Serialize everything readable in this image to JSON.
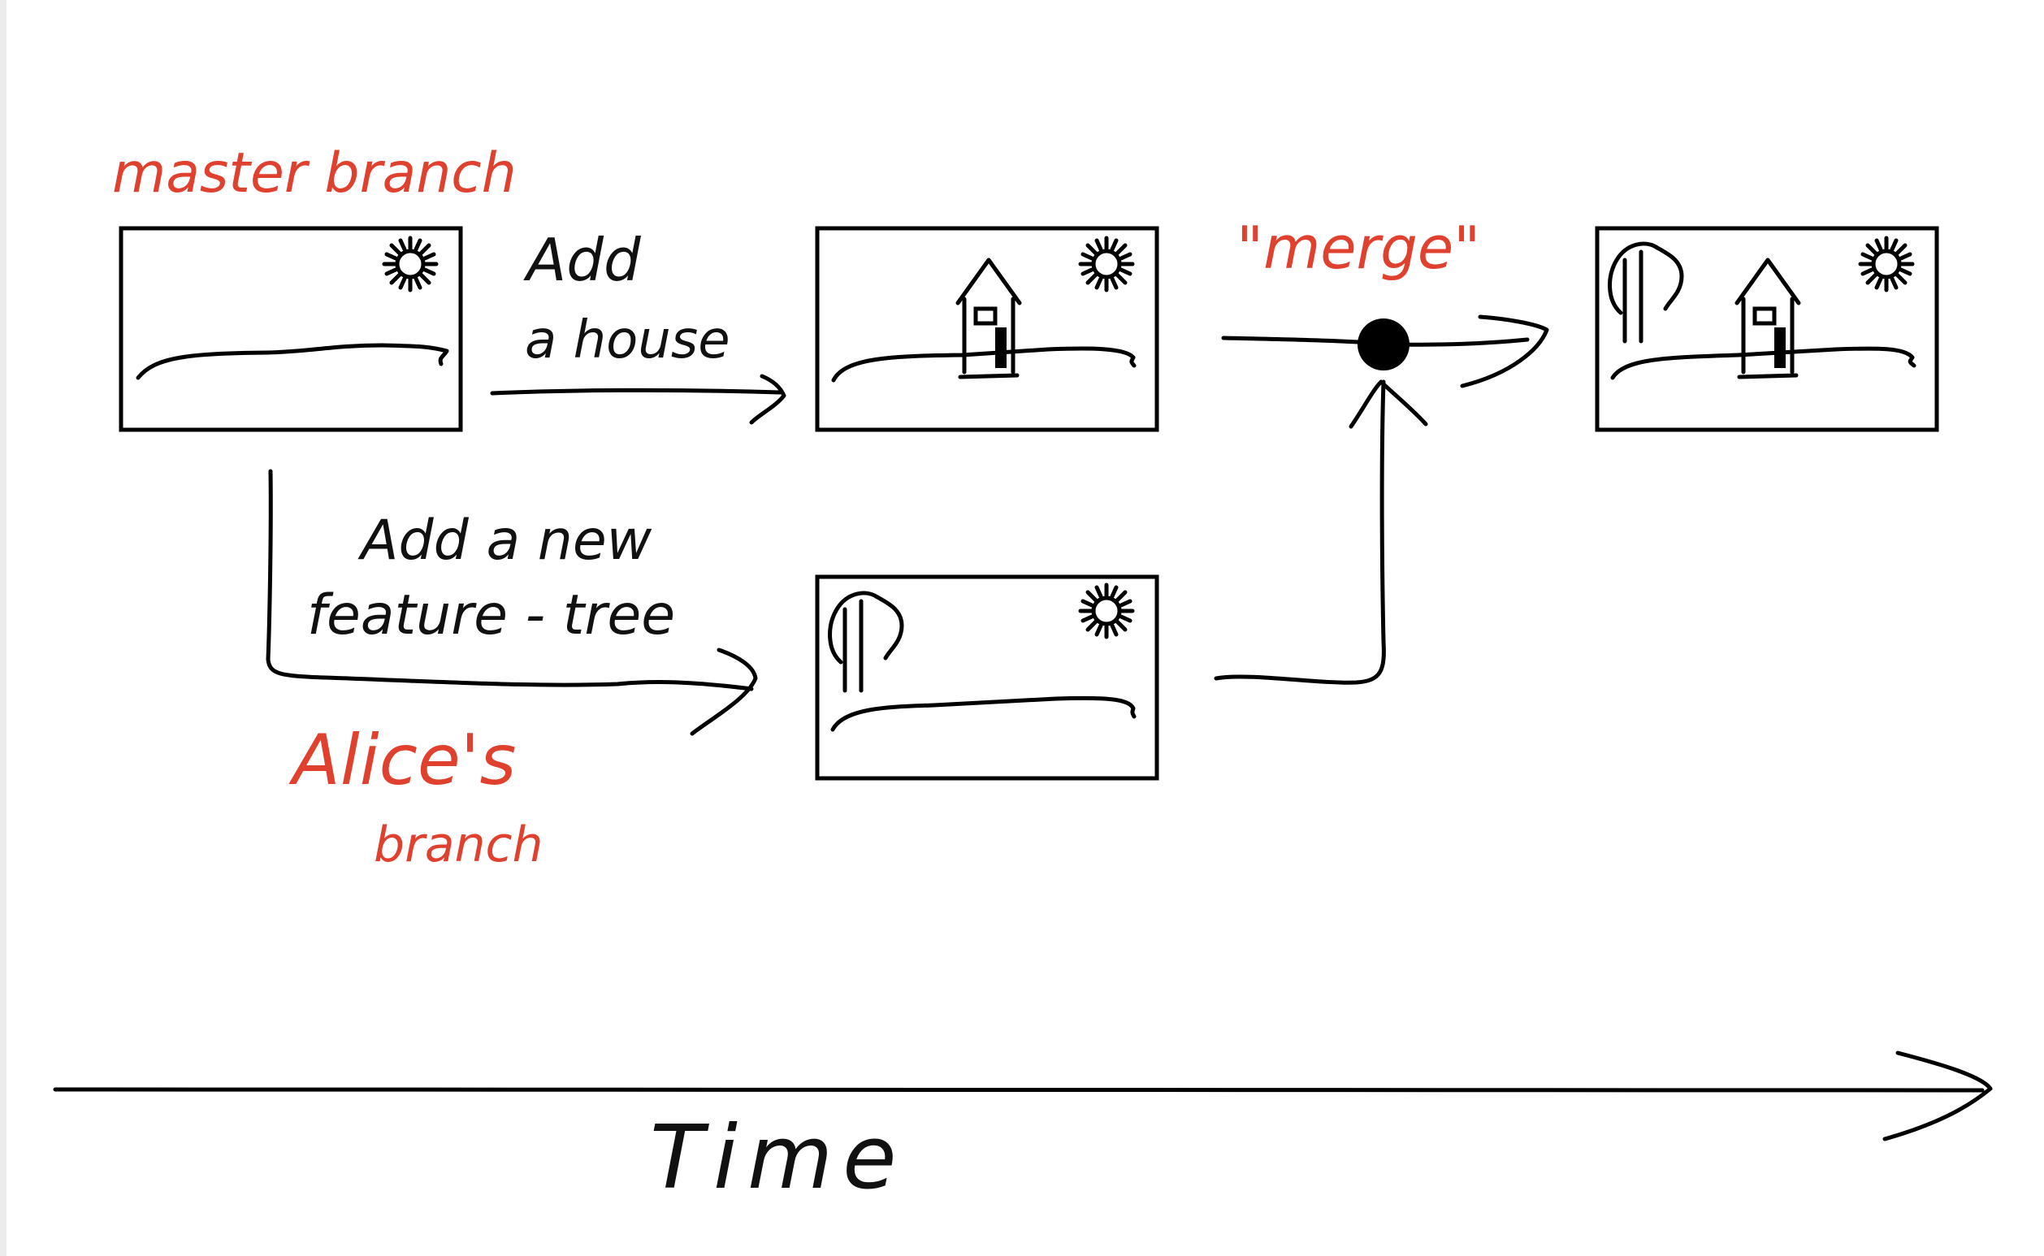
{
  "labels": {
    "master_branch": "master branch",
    "add_house_line1": "Add",
    "add_house_line2": "a house",
    "merge": "\"merge\"",
    "add_feature_line1": "Add a new",
    "add_feature_line2": "feature - tree",
    "alice_line1": "Alice's",
    "alice_line2": "branch",
    "time": "Time"
  },
  "colors": {
    "annotation": "#e0402e",
    "ink": "#000000"
  }
}
